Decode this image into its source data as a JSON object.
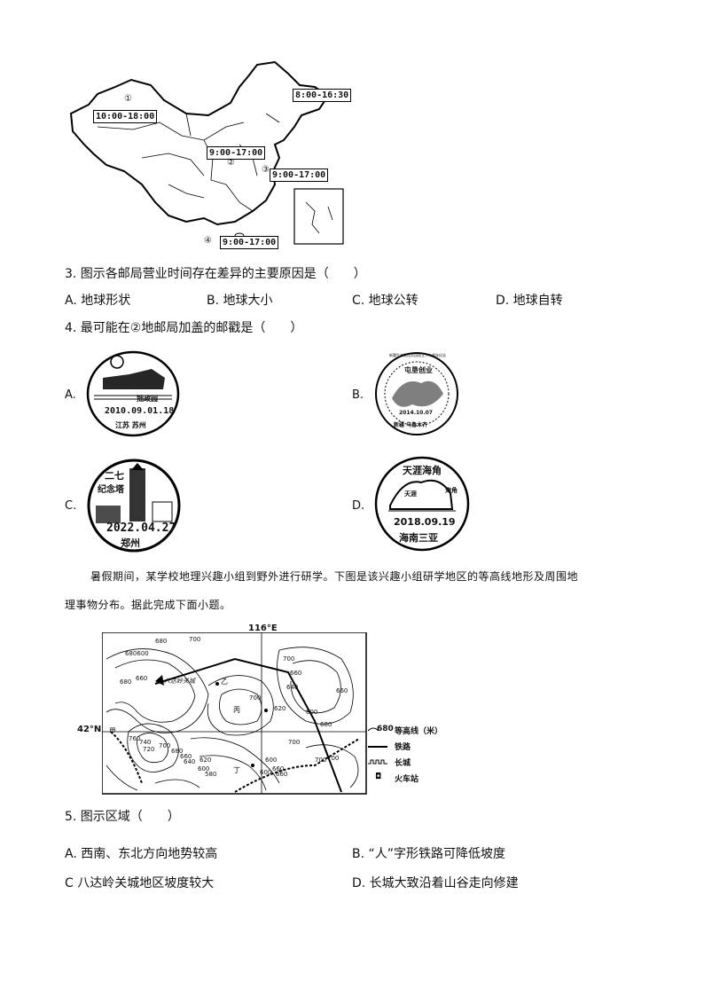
{
  "map1": {
    "times": [
      "8:00-16:30",
      "10:00-18:00",
      "9:00-17:00",
      "9:00-17:00",
      "9:00-17:00"
    ],
    "markers": [
      "①",
      "②",
      "③",
      "④"
    ]
  },
  "q3": {
    "stem": "3. 图示各邮局营业时间存在差异的主要原因是（　　）",
    "options": [
      "A.  地球形状",
      "B.  地球大小",
      "C.  地球公转",
      "D.  地球自转"
    ]
  },
  "q4": {
    "stem": "4. 最可能在②地邮局加盖的邮戳是（　　）",
    "labels": [
      "A.",
      "B.",
      "C.",
      "D."
    ],
    "stampA": {
      "name": "拙政园",
      "date": "2010.09.01.18",
      "place": "江苏 苏州"
    },
    "stampB": {
      "arc": "新疆生产建设兵团成立六十周年纪念",
      "title": "屯垦创业",
      "date": "2014.10.07",
      "place": "新疆 乌鲁木齐"
    },
    "stampC": {
      "title1": "二七",
      "title2": "纪念塔",
      "date": "2022.04.27",
      "place": "郑州"
    },
    "stampD": {
      "title": "天涯海角",
      "sub1": "天涯",
      "sub2": "海角",
      "date": "2018.09.19",
      "place": "海南三亚"
    }
  },
  "intro": {
    "line1": "暑假期间，某学校地理兴趣小组到野外进行研学。下图是该兴趣小组研学地区的等高线地形及周围地",
    "line2": "理事物分布。据此完成下面小题。"
  },
  "map2": {
    "lon": "116°E",
    "lat": "42°N",
    "pass": "八达岭关城",
    "places": [
      "甲",
      "乙",
      "丙",
      "丁"
    ],
    "contours": [
      "680",
      "700",
      "680600",
      "660",
      "680",
      "700",
      "660",
      "640",
      "700",
      "660",
      "700",
      "620",
      "600",
      "700",
      "660",
      "760",
      "740",
      "720",
      "700",
      "680",
      "660",
      "640",
      "620",
      "580",
      "600",
      "600",
      "660",
      "700",
      "600",
      "680"
    ],
    "legend": [
      "等高线（米）",
      "铁路",
      "长城",
      "火车站"
    ],
    "legend_value": "680"
  },
  "q5": {
    "stem": "5. 图示区域（　　）",
    "options": [
      "A.  西南、东北方向地势较高",
      "B.  “人”字形铁路可降低坡度",
      "C   八达岭关城地区坡度较大",
      "D.  长城大致沿着山谷走向修建"
    ]
  }
}
